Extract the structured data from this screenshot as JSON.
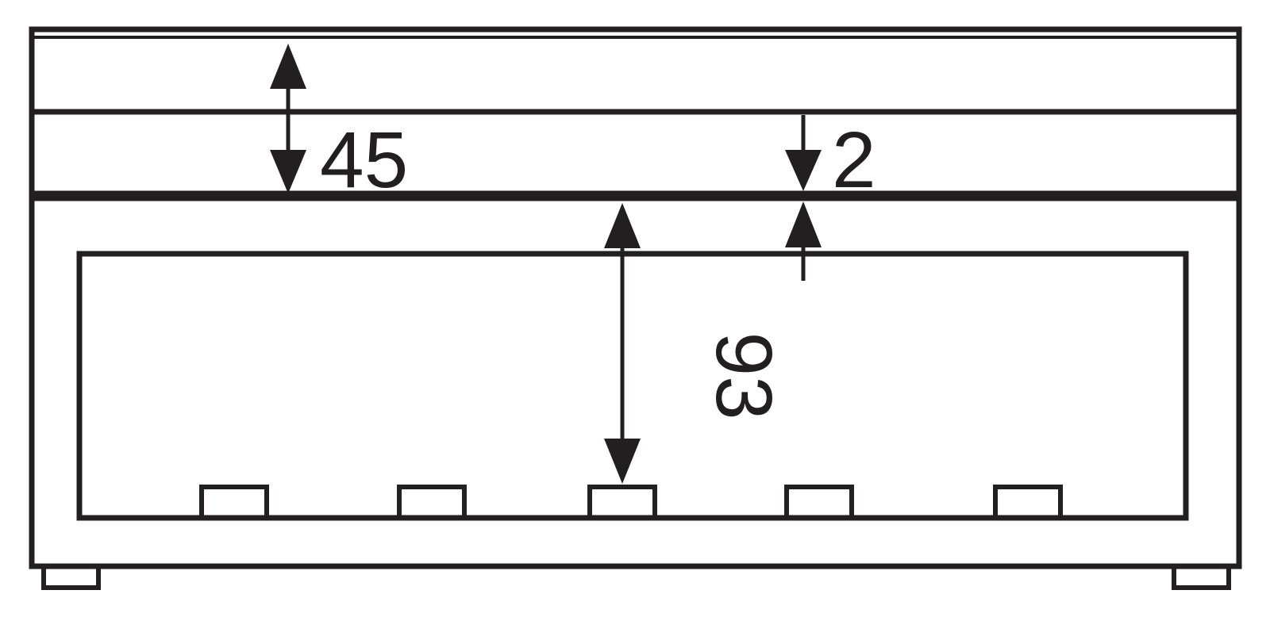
{
  "diagram": {
    "dimensions": {
      "top_height": "45",
      "gap": "2",
      "inner_depth": "93"
    },
    "colors": {
      "line": "#231f20",
      "background": "#ffffff"
    }
  }
}
